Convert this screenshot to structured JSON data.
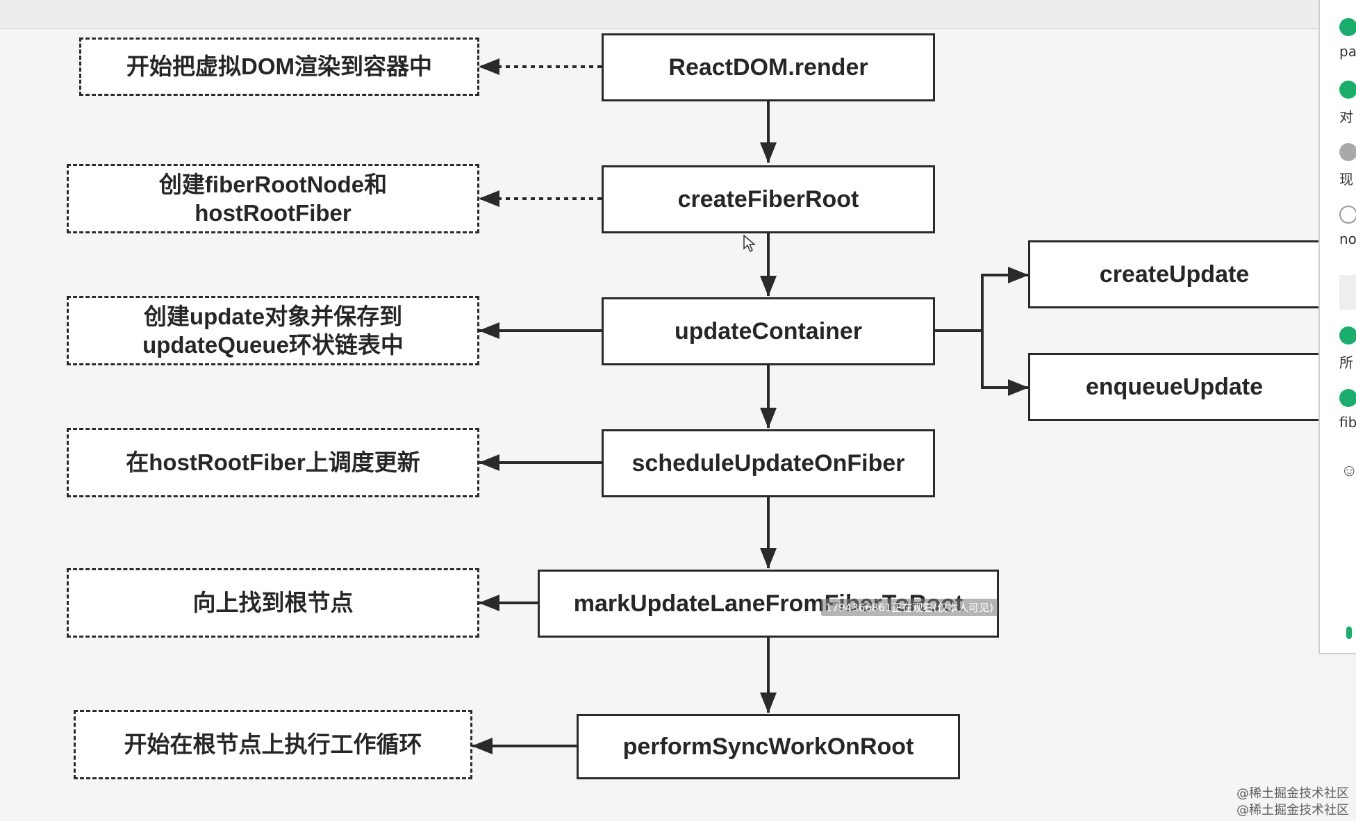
{
  "diagram": {
    "main_nodes": {
      "render": "ReactDOM.render",
      "create_fiber_root": "createFiberRoot",
      "update_container": "updateContainer",
      "schedule_update": "scheduleUpdateOnFiber",
      "mark_update_lane": "markUpdateLaneFromFiberToRoot",
      "perform_sync_work": "performSyncWorkOnRoot"
    },
    "branch_nodes": {
      "create_update": "createUpdate",
      "enqueue_update": "enqueueUpdate"
    },
    "notes": {
      "render": "开始把虚拟DOM渲染到容器中",
      "create_fiber_root_1": "创建fiberRootNode和",
      "create_fiber_root_2": "hostRootFiber",
      "update_container_1": "创建update对象并保存到",
      "update_container_2": "updateQueue环状链表中",
      "schedule_update": "在hostRootFiber上调度更新",
      "mark_update_lane": "向上找到根节点",
      "perform_sync_work": "开始在根节点上执行工作循环"
    }
  },
  "overlay_text": "1794366861正在观看(仅本人可见)",
  "chat_panel": {
    "items": [
      "pa",
      "对",
      "现",
      "no",
      "所",
      "fib"
    ]
  },
  "watermarks": [
    "@稀土掘金技术社区",
    "@稀土掘金技术社区"
  ],
  "colors": {
    "line": "#2a2a2a",
    "box_fill": "#ffffff",
    "canvas": "#f5f5f5",
    "chat_green": "#1aad6b"
  }
}
